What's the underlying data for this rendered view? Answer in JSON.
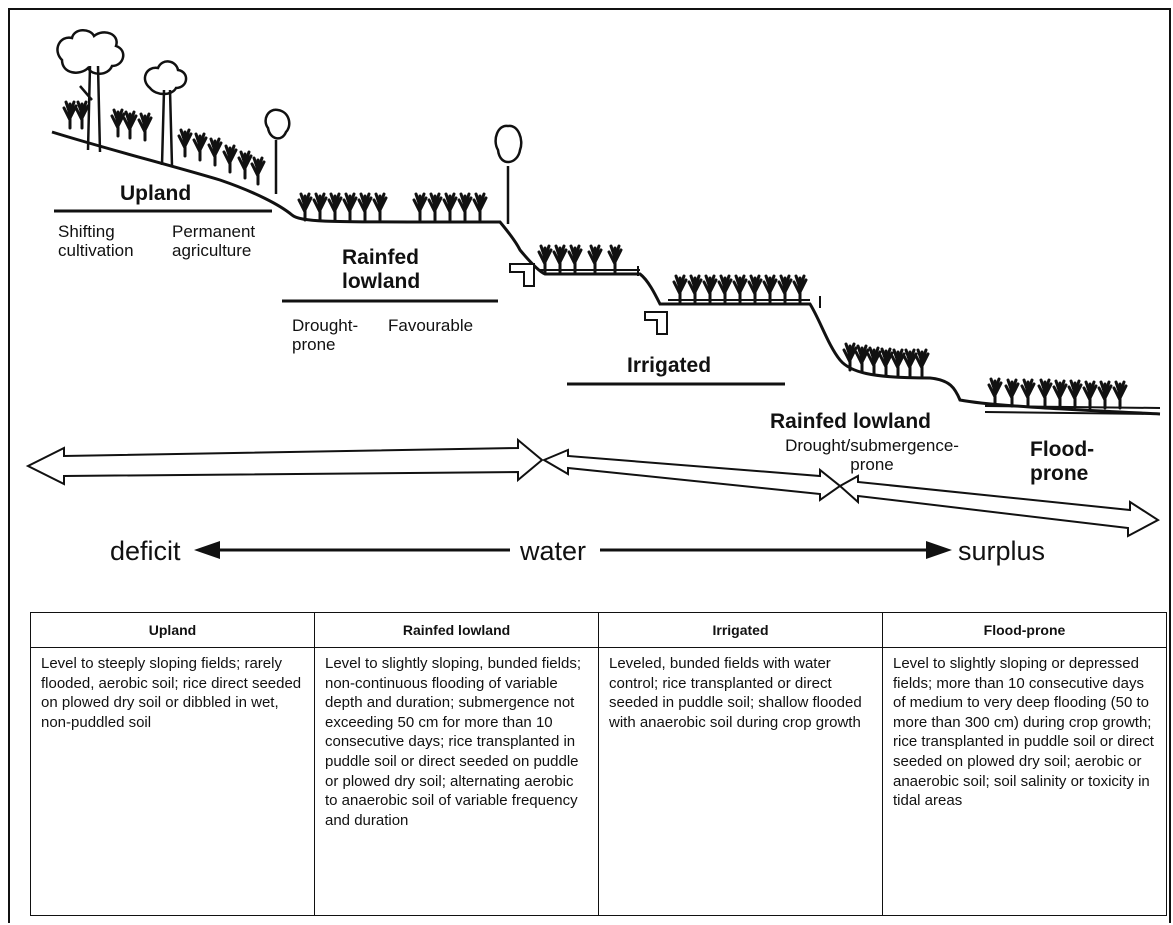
{
  "diagram": {
    "landscape_labels": {
      "upland": {
        "title": "Upland",
        "sub_left": "Shifting\ncultivation",
        "sub_right": "Permanent\nagriculture"
      },
      "rainfed_lowland_upper": {
        "title": "Rainfed\nlowland",
        "sub_left": "Drought-\nprone",
        "sub_right": "Favourable"
      },
      "irrigated": {
        "title": "Irrigated"
      },
      "rainfed_lowland_lower": {
        "title": "Rainfed lowland",
        "sub": "Drought/submergence-\nprone"
      },
      "flood_prone": {
        "title": "Flood-\nprone"
      }
    },
    "water_axis": {
      "left": "deficit",
      "center": "water",
      "right": "surplus"
    }
  },
  "table": {
    "headers": [
      "Upland",
      "Rainfed lowland",
      "Irrigated",
      "Flood-prone"
    ],
    "cells": [
      "Level to steeply sloping fields; rarely flooded, aerobic soil; rice direct seeded on plowed dry soil or dibbled in wet, non-puddled soil",
      "Level to slightly sloping, bunded fields; non-continuous flooding of variable depth and duration; submergence not exceeding 50 cm for more than 10 consecutive days; rice transplanted in puddle soil or direct seeded on puddle or plowed dry soil; alternating aerobic to anaerobic soil of variable frequency and duration",
      "Leveled, bunded fields with water control; rice transplanted or direct seeded in puddle soil; shallow flooded with anaerobic soil during crop growth",
      "Level to slightly sloping or depressed fields; more than 10 consecutive days of medium to very deep flooding (50 to more than 300 cm) during crop growth; rice transplanted in puddle soil or direct seeded on plowed dry soil; aerobic or anaerobic soil; soil salinity or toxicity in tidal areas"
    ]
  }
}
